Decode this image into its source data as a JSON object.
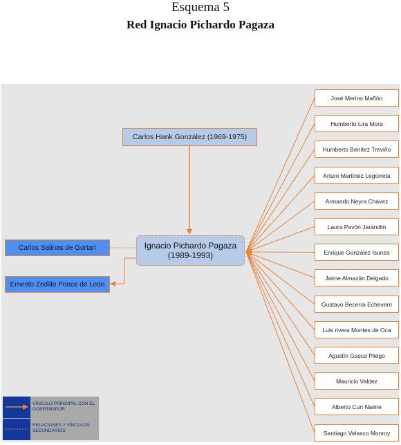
{
  "heading": {
    "label": "Esquema 5",
    "title": "Red Ignacio Pichardo Pagaza"
  },
  "diagram": {
    "top_node": "Carlos Hank González (1969-1975)",
    "center_node": {
      "name": "Ignacio Pichardo Pagaza",
      "period": "(1989-1993)"
    },
    "presidents": [
      "Carlos Salinas de Gortari",
      "Ernesto Zedillo Ponce de León"
    ],
    "associates": [
      "José Merino Mañón",
      "Humberto Lira Mora",
      "Humberto Benítez Treviño",
      "Arturo Martínez Legorreta",
      "Armando Neyra Chávez",
      "Laura Pavón Jaramillo",
      "Enrique González Isunza",
      "Jaime Almazán Delgado",
      "Gustavo Becerra Echeverri",
      "Luis rivera Montes de Oca",
      "Agustín Gasca Pliego",
      "Mauricio Valdez",
      "Alberto Curi Naime",
      "Santiago Velasco Monroy"
    ]
  },
  "legend": {
    "main_link": "VÍNCULO PRINCIPAL CON EL GOBERNADOR",
    "secondary_link": "RELACIONES Y VÍNCULOS SECUNDARIOS"
  },
  "colors": {
    "connector": "#e8823a",
    "node_fill": "#b6cbe7",
    "president_fill": "#4f8ff2",
    "canvas": "#e6e6e6",
    "legend_swatch": "#12389c"
  }
}
